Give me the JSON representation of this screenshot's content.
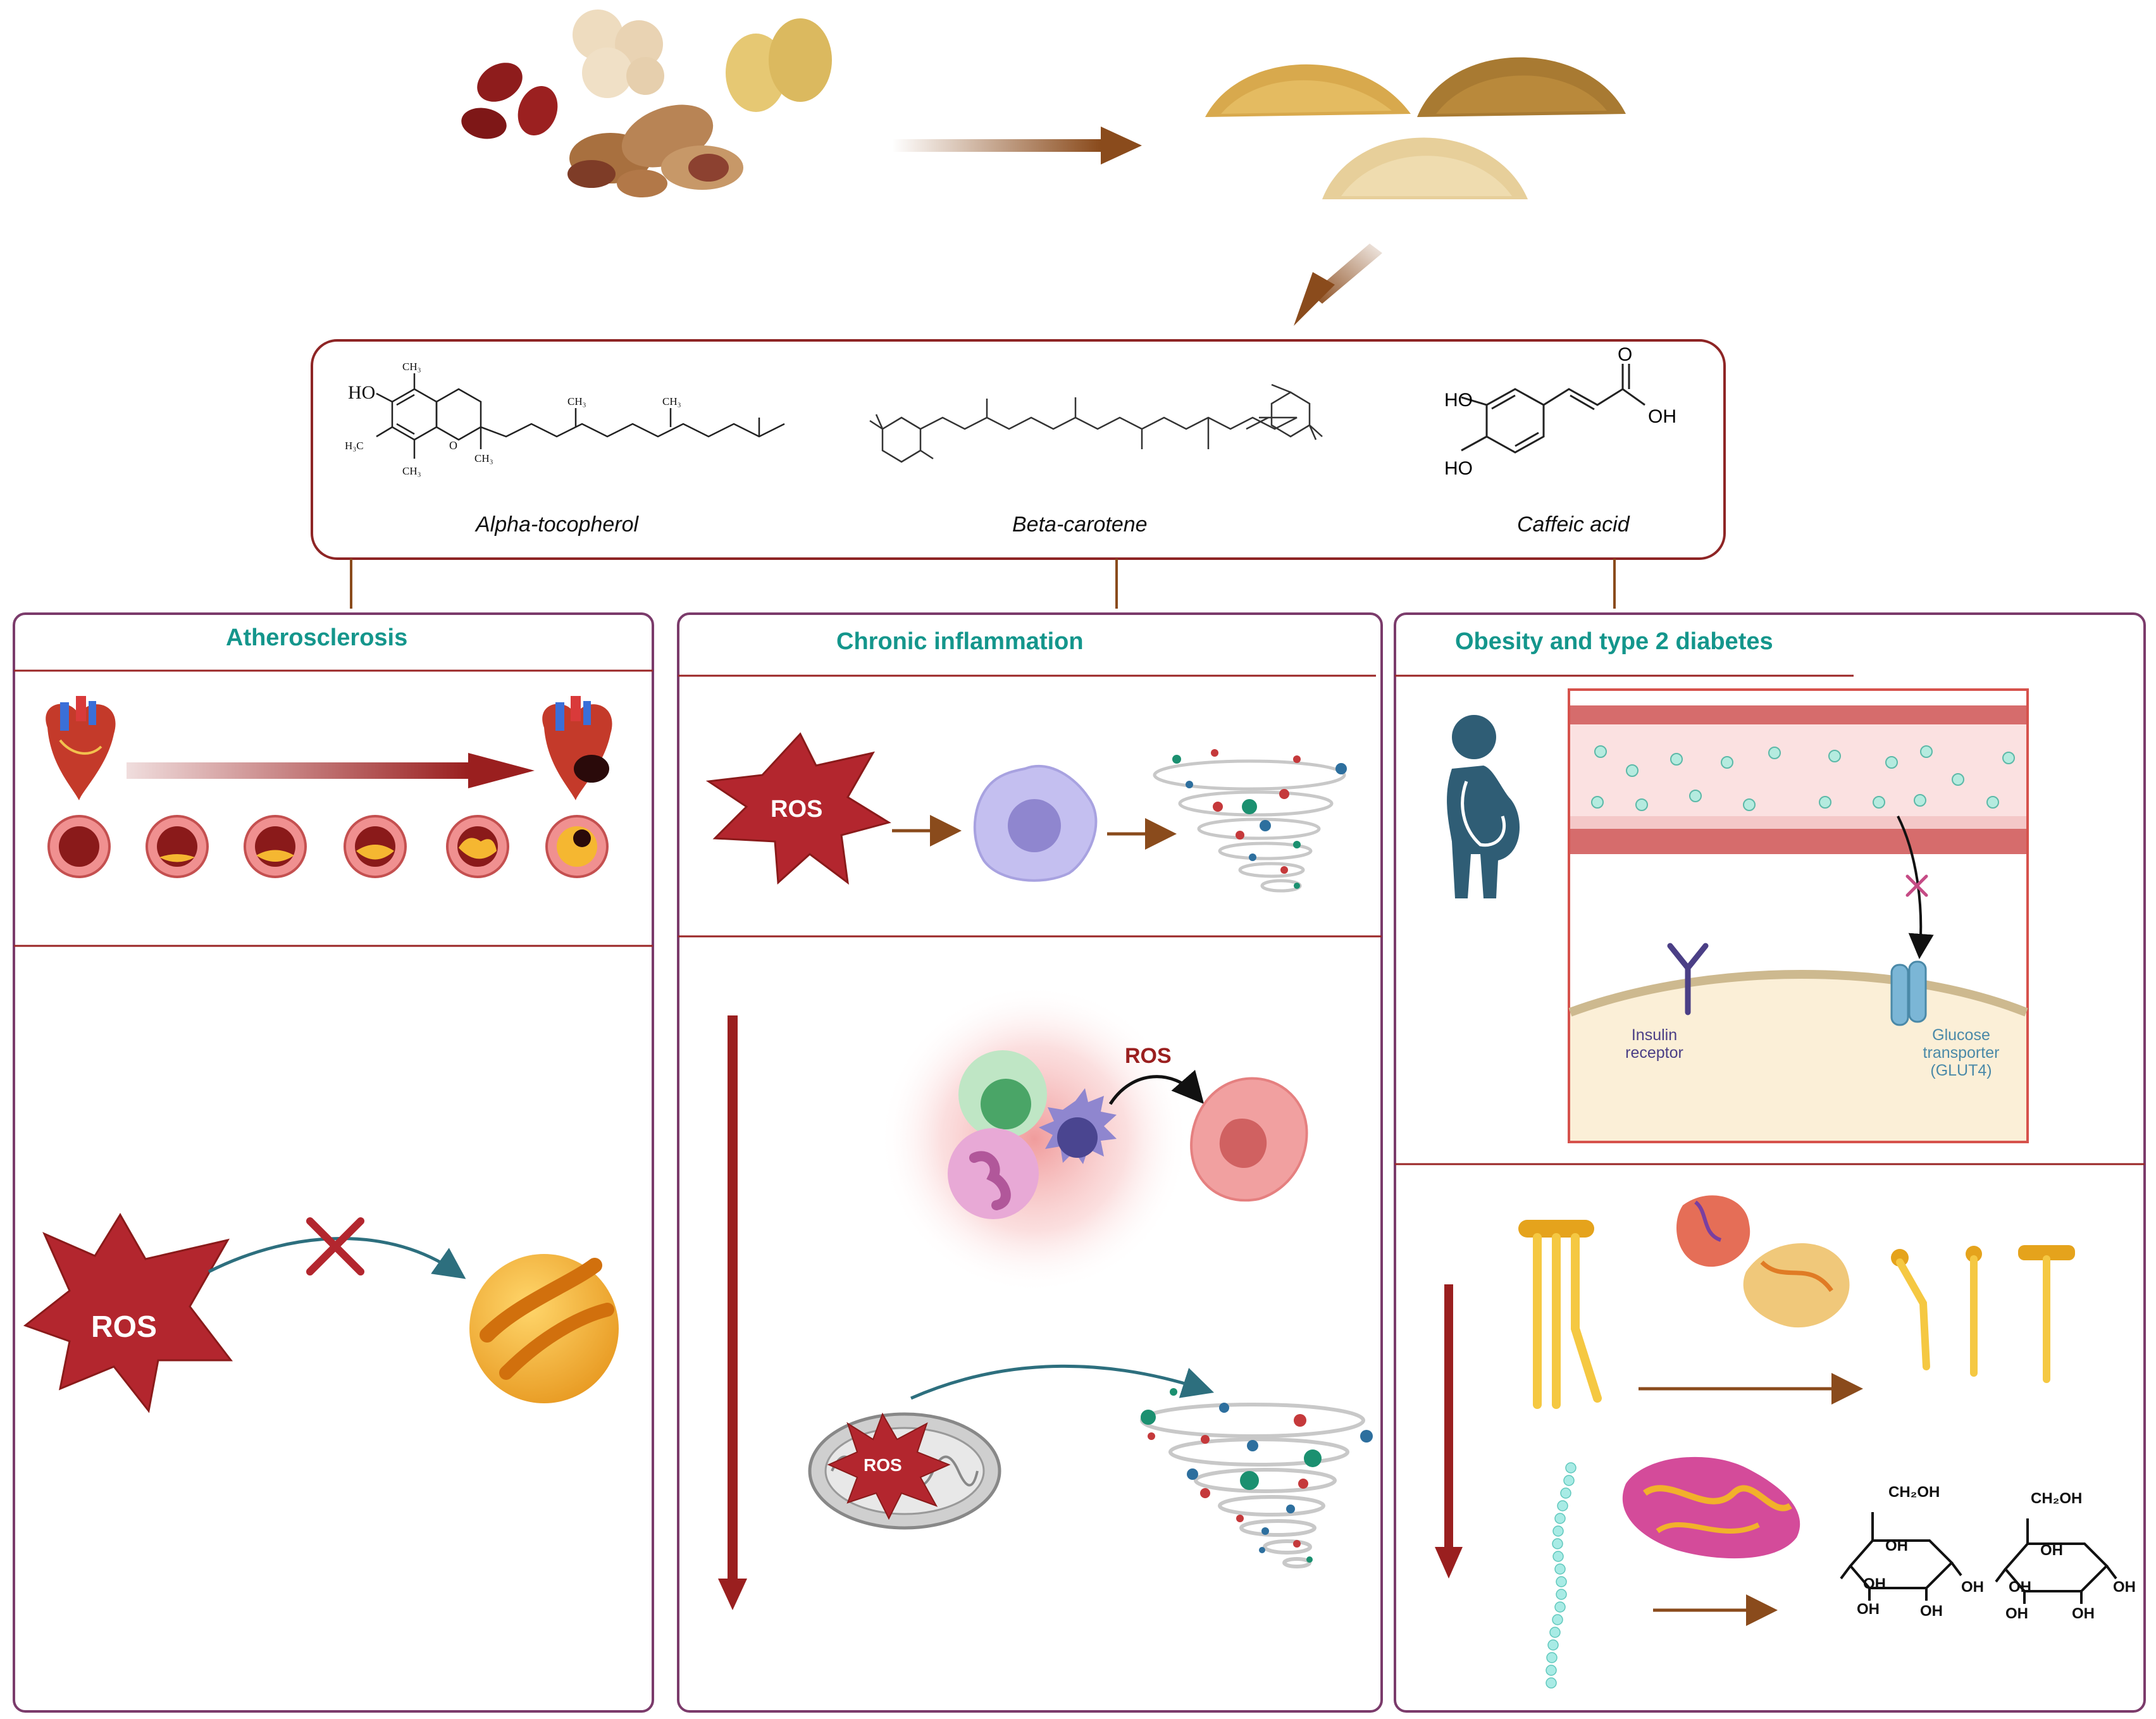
{
  "compounds": {
    "alpha_tocopherol": "Alpha-tocopherol",
    "beta_carotene": "Beta-carotene",
    "caffeic_acid": "Caffeic acid"
  },
  "caffeic_labels": {
    "ho_top": "HO",
    "ho_bottom": "HO",
    "oh": "OH",
    "o": "O"
  },
  "tocopherol_labels": {
    "ho": "HO",
    "ch3_top": "CH₃",
    "h3c": "H₃C",
    "ch3_bottom": "CH₃",
    "o": "O",
    "ch3_ring": "CH₃",
    "ch3_chain1": "CH₃",
    "ch3_chain2": "CH₃"
  },
  "panels": {
    "atherosclerosis": {
      "title": "Atherosclerosis",
      "ros": "ROS"
    },
    "inflammation": {
      "title": "Chronic inflammation",
      "ros_top": "ROS",
      "ros_mid": "ROS",
      "ros_mito": "ROS"
    },
    "diabetes": {
      "title": "Obesity and type 2 diabetes",
      "insulin_receptor_1": "Insulin",
      "insulin_receptor_2": "receptor",
      "glucose_1": "Glucose",
      "glucose_2": "transporter",
      "glucose_3": "(GLUT4)",
      "glucose_label": {
        "ch2oh": "CH₂OH",
        "oh": "OH"
      }
    }
  },
  "colors": {
    "frame": "#8e2525",
    "panel_border": "#7b3b6b",
    "title_teal": "#14968c",
    "brown_arrow": "#8a4b1c",
    "dark_red": "#9a1f1f",
    "ros_star": "#b3262e",
    "teal_arrow": "#2d6f7e"
  }
}
